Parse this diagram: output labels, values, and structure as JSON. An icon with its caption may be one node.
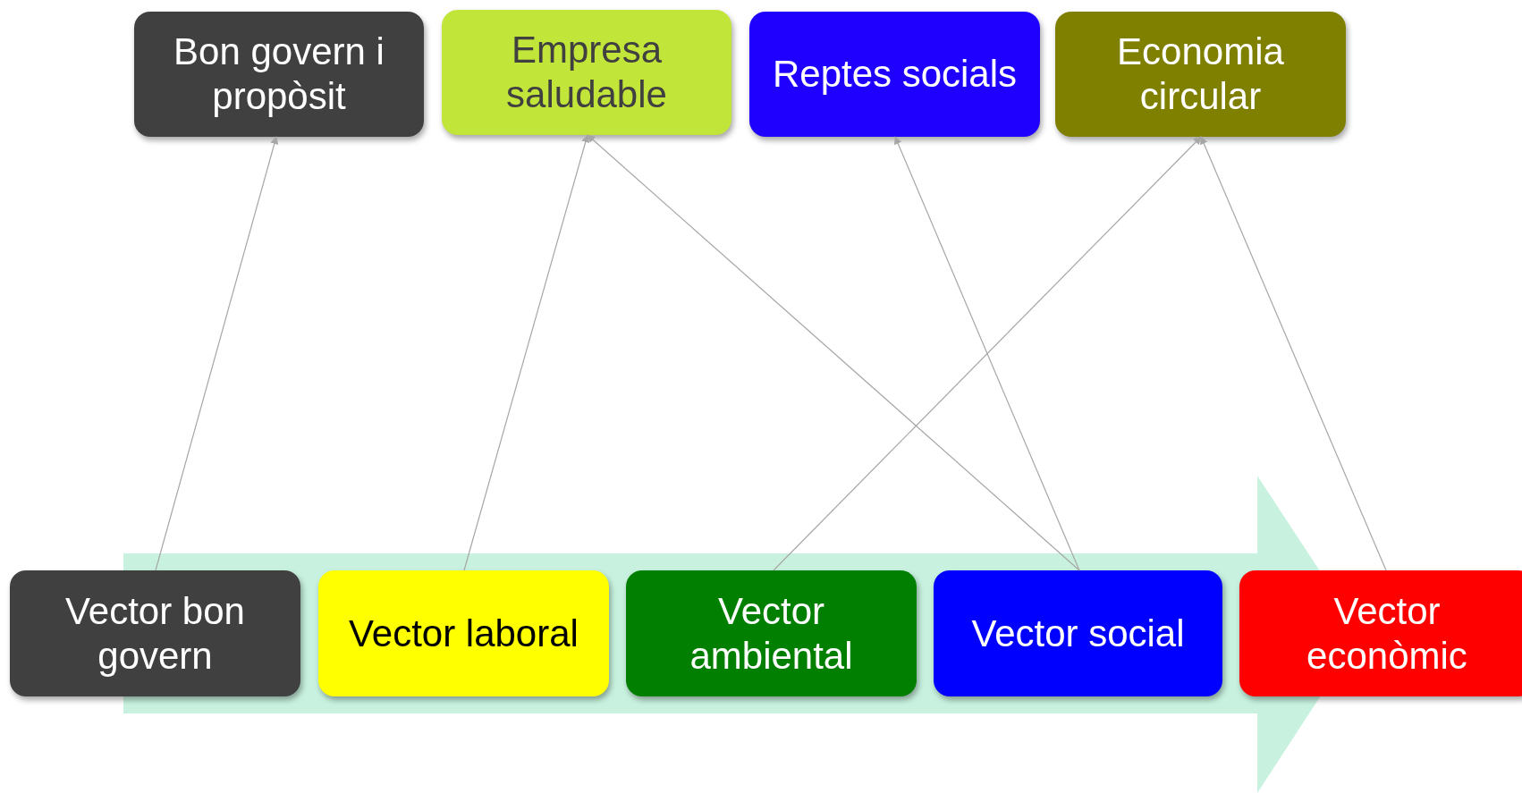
{
  "diagram": {
    "nodes": [
      {
        "text": [
          "Bon govern i propòsit"
        ]
      },
      {
        "text": [
          "Empresa saludable"
        ]
      },
      {
        "text": [
          "Reptes socials"
        ]
      },
      {
        "text": [
          "Economia circular"
        ]
      },
      {
        "text": [
          "Vector bon govern"
        ]
      },
      {
        "text": [
          "Vector laboral"
        ]
      },
      {
        "text": [
          "Vector ambiental"
        ]
      },
      {
        "text": [
          "Vector social"
        ]
      },
      {
        "text": [
          "Vector econòmic"
        ]
      }
    ],
    "edges": [
      {
        "from": 4,
        "to": 0,
        "arrow": "to"
      },
      {
        "from": 5,
        "to": 1,
        "arrow": "to"
      },
      {
        "from": 6,
        "to": 3,
        "arrow": "to"
      },
      {
        "from": 7,
        "to": 1,
        "arrow": "to"
      },
      {
        "from": 7,
        "to": 2,
        "arrow": "to"
      },
      {
        "from": 8,
        "to": 3,
        "arrow": "to"
      }
    ]
  }
}
